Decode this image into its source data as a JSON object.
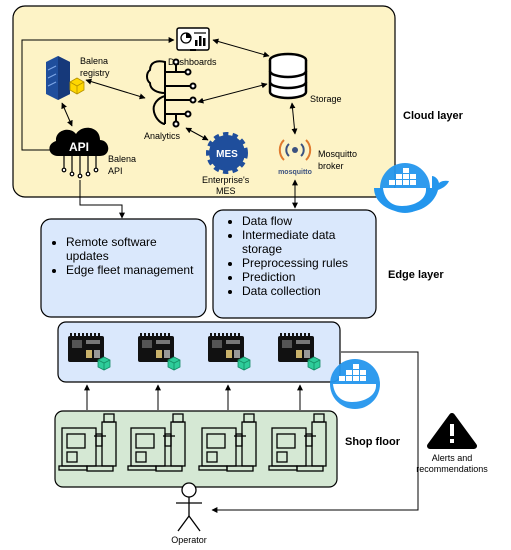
{
  "cloud": {
    "layer_label": "Cloud layer",
    "dashboards": "Dashboards",
    "balena_registry_1": "Balena",
    "balena_registry_2": "registry",
    "storage": "Storage",
    "analytics": "Analytics",
    "balena_api_1": "Balena",
    "balena_api_2": "API",
    "api_icon_text": "API",
    "mes_icon_text": "MES",
    "mes_label_1": "Enterprise's",
    "mes_label_2": "MES",
    "mosquitto_icon_text": "mosquitto",
    "mosquitto_label_1": "Mosquitto",
    "mosquitto_label_2": "broker"
  },
  "edge": {
    "layer_label": "Edge layer",
    "left_items": [
      "Remote software updates",
      "Edge fleet management"
    ],
    "right_items": [
      "Data flow",
      "Intermediate data storage",
      "Preprocessing rules",
      "Prediction",
      "Data collection"
    ]
  },
  "shop_floor": {
    "layer_label": "Shop floor"
  },
  "alerts": {
    "label_1": "Alerts and",
    "label_2": "recommendations"
  },
  "operator": {
    "label": "Operator"
  },
  "colors": {
    "cloud_fill": "#fdf3c6",
    "edge_fill": "#dae8fc",
    "shop_fill": "#d5e8d4",
    "docker": "#2496ed"
  }
}
